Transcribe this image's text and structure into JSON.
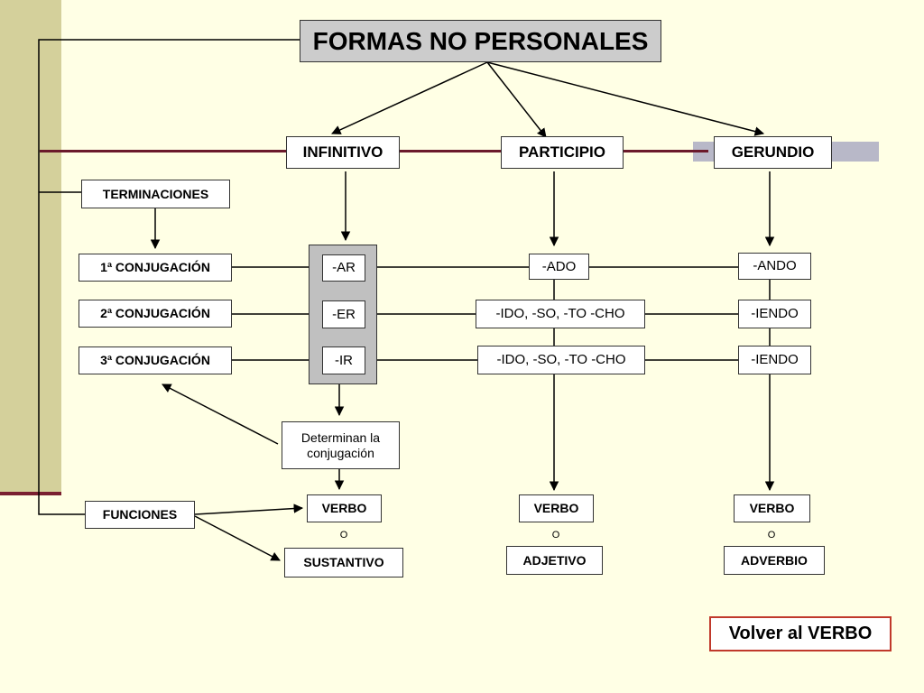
{
  "title": "FORMAS NO PERSONALES",
  "columns": {
    "infinitivo": {
      "label": "INFINITIVO",
      "endings": [
        "-AR",
        "-ER",
        "-IR"
      ],
      "note": "Determinan la conjugación",
      "function_primary": "VERBO",
      "function_connector": "O",
      "function_secondary": "SUSTANTIVO"
    },
    "participio": {
      "label": "PARTICIPIO",
      "endings": [
        "-ADO",
        "-IDO, -SO, -TO -CHO",
        "-IDO, -SO, -TO -CHO"
      ],
      "function_primary": "VERBO",
      "function_connector": "O",
      "function_secondary": "ADJETIVO"
    },
    "gerundio": {
      "label": "GERUNDIO",
      "endings": [
        "-ANDO",
        "-IENDO",
        "-IENDO"
      ],
      "function_primary": "VERBO",
      "function_connector": "O",
      "function_secondary": "ADVERBIO"
    }
  },
  "left": {
    "terminaciones": "TERMINACIONES",
    "conjugaciones": [
      "1ª CONJUGACIÓN",
      "2ª CONJUGACIÓN",
      "3ª CONJUGACIÓN"
    ],
    "funciones": "FUNCIONES"
  },
  "back_link": "Volver al VERBO"
}
